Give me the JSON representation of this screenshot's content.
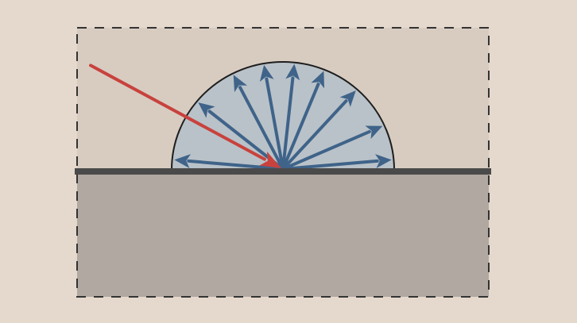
{
  "colors": {
    "background": "#e5d8cc",
    "frame_fill": "#d8ccc1",
    "frame_border": "#333333",
    "ground": "#b1a8a2",
    "surface": "#4a4a4a",
    "hemisphere_fill": "#b9c2c8",
    "hemisphere_outline": "#1e1e1e",
    "reflected_arrow": "#3f6389",
    "incident_arrow": "#c8423d"
  },
  "reflected_directions_deg": [
    5,
    24,
    48,
    68,
    84,
    100,
    117,
    141,
    175
  ],
  "incident_direction_deg": 143
}
